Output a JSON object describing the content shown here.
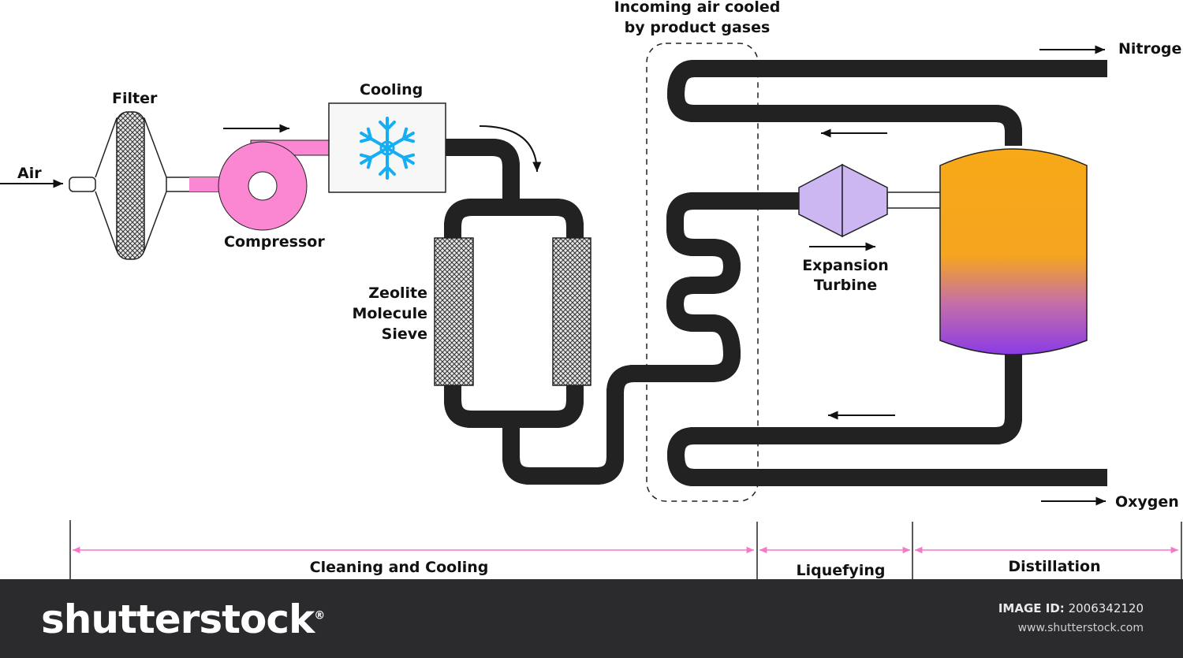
{
  "labels": {
    "air": "Air",
    "filter": "Filter",
    "compressor": "Compressor",
    "cooling": "Cooling",
    "zeolite_line1": "Zeolite",
    "zeolite_line2": "Molecule",
    "zeolite_line3": "Sieve",
    "incoming_line1": "Incoming air cooled",
    "incoming_line2": "by product gases",
    "expansion_line1": "Expansion",
    "expansion_line2": "Turbine",
    "nitrogen": "Nitrogen",
    "oxygen": "Oxygen"
  },
  "stages": {
    "cleaning": "Cleaning and Cooling",
    "liquefying": "Liquefying",
    "distillation": "Distillation"
  },
  "colors": {
    "air_pipe": "#00c3f7",
    "compressor": "#fb86d2",
    "nitrogen_pipe": "#f7a52b",
    "oxygen_pipe": "#7b45dc",
    "turbine": "#cdb7f2",
    "stage_arrow": "#f47ac8",
    "column_top": "#f7a917",
    "column_bottom": "#8b3be6"
  },
  "footer": {
    "brand": "shutterstock",
    "brand_mark": "®",
    "image_id_label": "IMAGE ID:",
    "image_id": "2006342120",
    "site": "www.shutterstock.com"
  }
}
